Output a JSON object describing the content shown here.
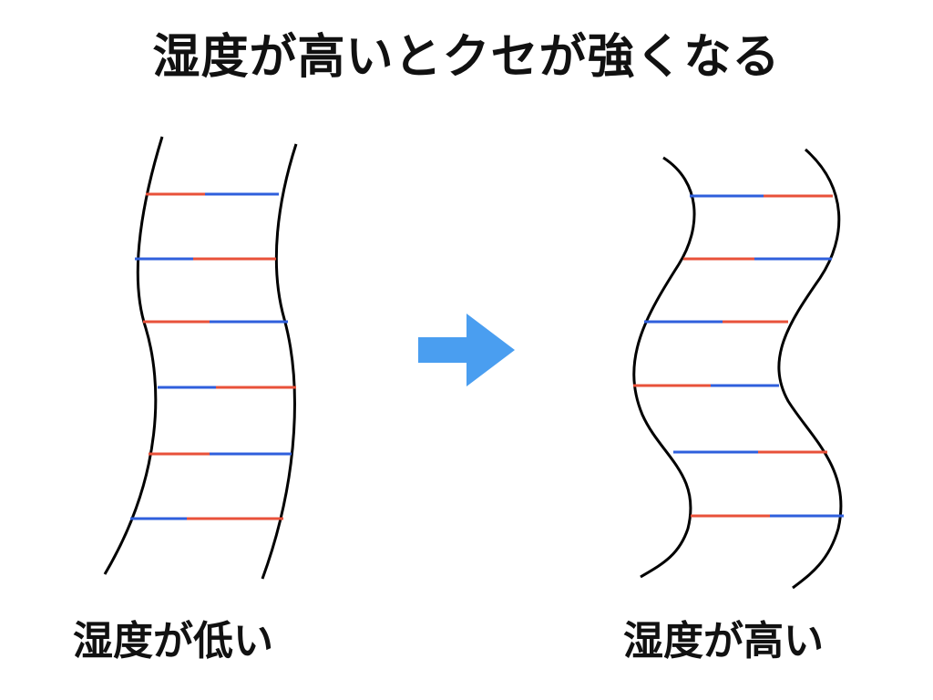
{
  "title": "湿度が高いとクセが強くなる",
  "captions": {
    "low_humidity": "湿度が低い",
    "high_humidity": "湿度が高い"
  },
  "colors": {
    "strand": "#000000",
    "bond_red": "#e8513a",
    "bond_blue": "#2f5fdc",
    "arrow": "#4a9ef0",
    "text": "#111111"
  },
  "bonds_low_humidity": [
    [
      "red",
      "blue"
    ],
    [
      "blue",
      "red"
    ],
    [
      "red",
      "blue"
    ],
    [
      "blue",
      "red"
    ],
    [
      "red",
      "blue"
    ],
    [
      "blue",
      "red"
    ]
  ],
  "bonds_high_humidity": [
    [
      "blue",
      "red"
    ],
    [
      "red",
      "blue"
    ],
    [
      "blue",
      "red"
    ],
    [
      "red",
      "blue"
    ],
    [
      "blue",
      "red"
    ],
    [
      "red",
      "blue"
    ]
  ]
}
